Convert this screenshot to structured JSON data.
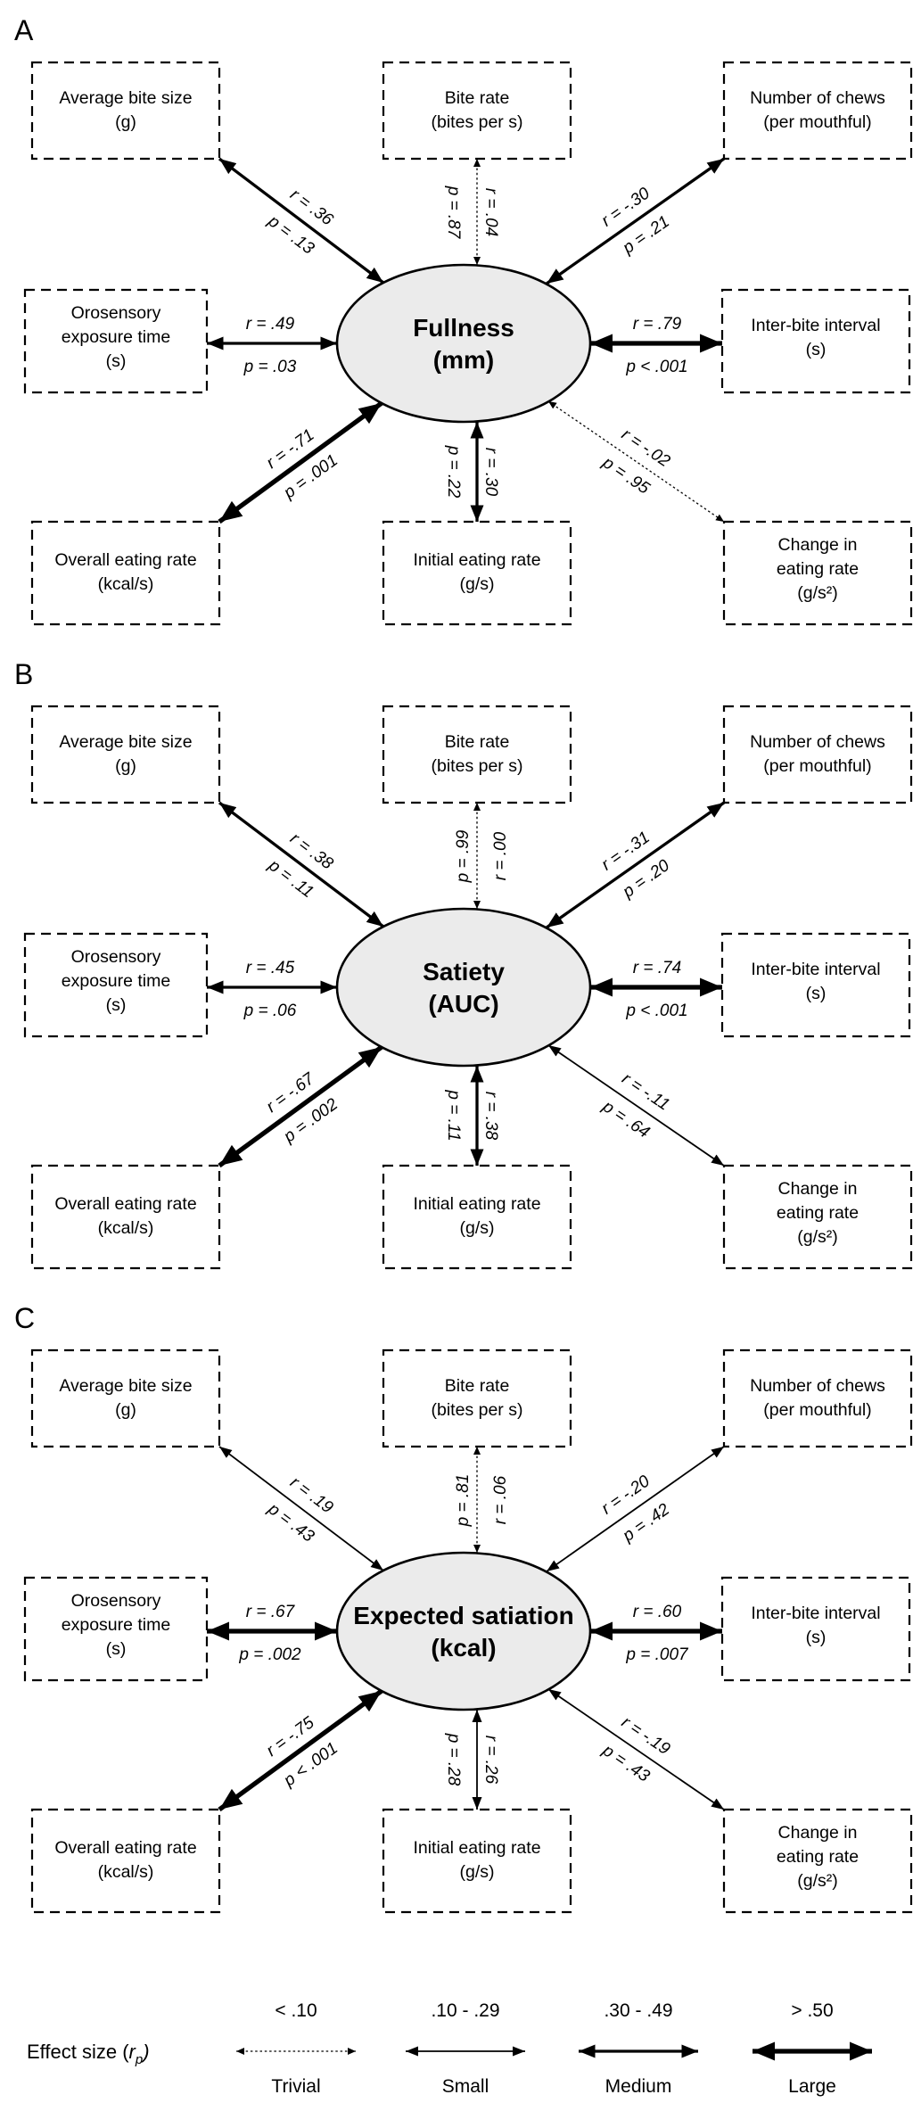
{
  "figure": {
    "panels": [
      {
        "tag": "A",
        "center": {
          "line1": "Fullness",
          "line2": "(mm)"
        },
        "nodes": {
          "top_left": {
            "line1": "Average bite size",
            "line2": "(g)"
          },
          "top_center": {
            "line1": "Bite rate",
            "line2": "(bites per s)"
          },
          "top_right": {
            "line1": "Number of chews",
            "line2": "(per mouthful)"
          },
          "mid_left": {
            "line1": "Orosensory",
            "line2": "exposure time",
            "line3": "(s)"
          },
          "mid_right": {
            "line1": "Inter-bite interval",
            "line2": "(s)"
          },
          "bottom_left": {
            "line1": "Overall eating rate",
            "line2": "(kcal/s)"
          },
          "bottom_center": {
            "line1": "Initial eating rate",
            "line2": "(g/s)"
          },
          "bottom_right": {
            "line1": "Change in",
            "line2": "eating rate",
            "line3": "(g/s²)"
          }
        },
        "edges": {
          "top_left": {
            "r": "r = .36",
            "p": "p = .13",
            "size": "medium"
          },
          "top_center": {
            "r": "r = .04",
            "p": "p = .87",
            "size": "trivial"
          },
          "top_right": {
            "r": "r = -.30",
            "p": "p = .21",
            "size": "medium"
          },
          "mid_left": {
            "r": "r = .49",
            "p": "p = .03",
            "size": "medium"
          },
          "mid_right": {
            "r": "r = .79",
            "p": "p < .001",
            "size": "large"
          },
          "bottom_left": {
            "r": "r = -.71",
            "p": "p = .001",
            "size": "large"
          },
          "bottom_center": {
            "r": "r = .30",
            "p": "p = .22",
            "size": "medium"
          },
          "bottom_right": {
            "r": "r = -.02",
            "p": "p = .95",
            "size": "trivial"
          }
        }
      },
      {
        "tag": "B",
        "center": {
          "line1": "Satiety",
          "line2": "(AUC)"
        },
        "nodes": {
          "top_left": {
            "line1": "Average bite size",
            "line2": "(g)"
          },
          "top_center": {
            "line1": "Bite rate",
            "line2": "(bites per s)"
          },
          "top_right": {
            "line1": "Number of chews",
            "line2": "(per mouthful)"
          },
          "mid_left": {
            "line1": "Orosensory",
            "line2": "exposure time",
            "line3": "(s)"
          },
          "mid_right": {
            "line1": "Inter-bite interval",
            "line2": "(s)"
          },
          "bottom_left": {
            "line1": "Overall eating rate",
            "line2": "(kcal/s)"
          },
          "bottom_center": {
            "line1": "Initial eating rate",
            "line2": "(g/s)"
          },
          "bottom_right": {
            "line1": "Change in",
            "line2": "eating rate",
            "line3": "(g/s²)"
          }
        },
        "edges": {
          "top_left": {
            "r": "r = .38",
            "p": "p = .11",
            "size": "medium"
          },
          "top_center": {
            "r": "r = .00",
            "p": "p = .99",
            "size": "trivial"
          },
          "top_right": {
            "r": "r = -.31",
            "p": "p = .20",
            "size": "medium"
          },
          "mid_left": {
            "r": "r = .45",
            "p": "p = .06",
            "size": "medium"
          },
          "mid_right": {
            "r": "r = .74",
            "p": "p < .001",
            "size": "large"
          },
          "bottom_left": {
            "r": "r = -.67",
            "p": "p = .002",
            "size": "large"
          },
          "bottom_center": {
            "r": "r = .38",
            "p": "p = .11",
            "size": "medium"
          },
          "bottom_right": {
            "r": "r = -.11",
            "p": "p = .64",
            "size": "small"
          }
        }
      },
      {
        "tag": "C",
        "center": {
          "line1": "Expected satiation",
          "line2": "(kcal)"
        },
        "nodes": {
          "top_left": {
            "line1": "Average bite size",
            "line2": "(g)"
          },
          "top_center": {
            "line1": "Bite rate",
            "line2": "(bites per s)"
          },
          "top_right": {
            "line1": "Number of chews",
            "line2": "(per mouthful)"
          },
          "mid_left": {
            "line1": "Orosensory",
            "line2": "exposure time",
            "line3": "(s)"
          },
          "mid_right": {
            "line1": "Inter-bite interval",
            "line2": "(s)"
          },
          "bottom_left": {
            "line1": "Overall eating rate",
            "line2": "(kcal/s)"
          },
          "bottom_center": {
            "line1": "Initial eating rate",
            "line2": "(g/s)"
          },
          "bottom_right": {
            "line1": "Change in",
            "line2": "eating rate",
            "line3": "(g/s²)"
          }
        },
        "edges": {
          "top_left": {
            "r": "r = .19",
            "p": "p = .43",
            "size": "small"
          },
          "top_center": {
            "r": "r = .06",
            "p": "p = .81",
            "size": "trivial"
          },
          "top_right": {
            "r": "r = -.20",
            "p": "p = .42",
            "size": "small"
          },
          "mid_left": {
            "r": "r = .67",
            "p": "p = .002",
            "size": "large"
          },
          "mid_right": {
            "r": "r = .60",
            "p": "p = .007",
            "size": "large"
          },
          "bottom_left": {
            "r": "r = -.75",
            "p": "p < .001",
            "size": "large"
          },
          "bottom_center": {
            "r": "r = .26",
            "p": "p = .28",
            "size": "small"
          },
          "bottom_right": {
            "r": "r = -.19",
            "p": "p = .43",
            "size": "small"
          }
        }
      }
    ],
    "legend": {
      "title": {
        "prefix": "Effect size (",
        "sym": "r",
        "sub": "p",
        "suffix": ")"
      },
      "items": [
        {
          "range": "< .10",
          "name": "Trivial",
          "size": "trivial"
        },
        {
          "range": ".10 - .29",
          "name": "Small",
          "size": "small"
        },
        {
          "range": ".30 - .49",
          "name": "Medium",
          "size": "medium"
        },
        {
          "range": "> .50",
          "name": "Large",
          "size": "large"
        }
      ]
    },
    "colors": {
      "ellipse_fill": "#ebebeb",
      "stroke": "#000000",
      "background": "#ffffff"
    }
  }
}
